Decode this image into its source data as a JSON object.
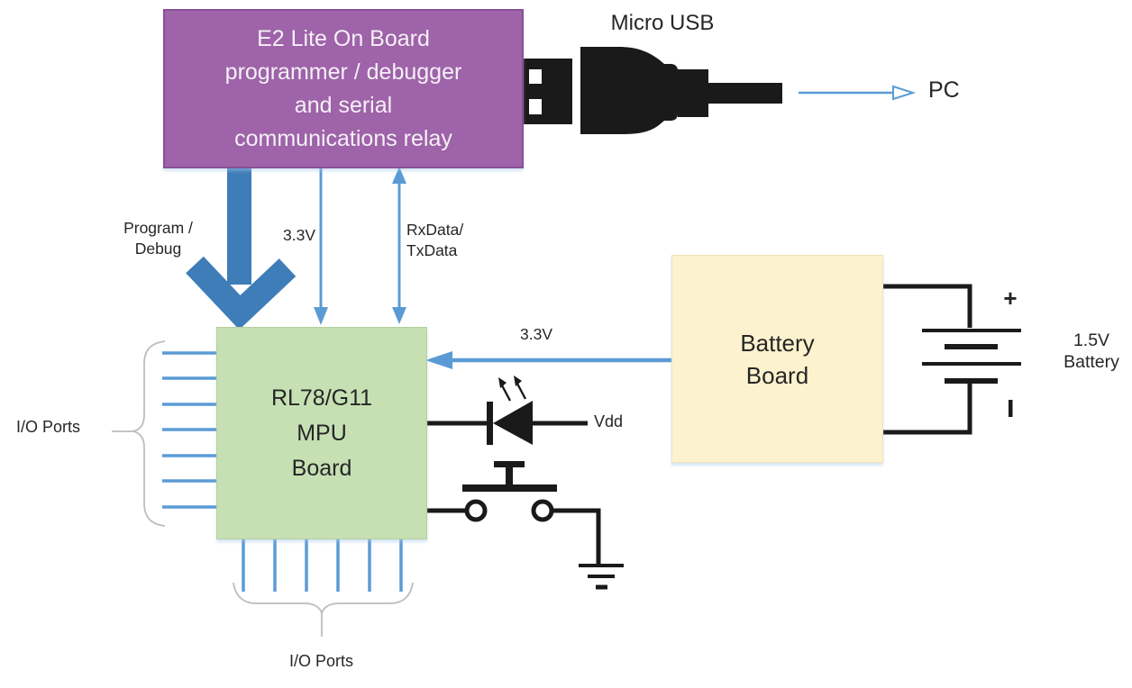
{
  "colors": {
    "purple": "#9E63A8",
    "purple_border": "#8A4F97",
    "green": "#C6E0B4",
    "yellow": "#FDF2CE",
    "yellow_border": "#EFE3B8",
    "blue": "#5B9BD5",
    "darkblue": "#3E7DB8",
    "black": "#1A1A1A",
    "gray": "#BDBDBD"
  },
  "boxes": {
    "e2_lite": {
      "lines": [
        "E2 Lite On Board",
        "programmer / debugger",
        "and serial",
        "communications relay"
      ]
    },
    "mpu": {
      "lines": [
        "RL78/G11",
        "MPU",
        "Board"
      ]
    },
    "battery_board": {
      "lines": [
        "Battery",
        "Board"
      ]
    }
  },
  "labels": {
    "micro_usb": "Micro USB",
    "pc": "PC",
    "program_debug": [
      "Program /",
      "Debug"
    ],
    "v33_usb": "3.3V",
    "rx_tx": [
      "RxData/",
      "TxData"
    ],
    "v33_battery": "3.3V",
    "vdd": "Vdd",
    "io_ports_left": "I/O Ports",
    "io_ports_bottom": "I/O Ports",
    "battery_plus": "+",
    "battery_minus": "-",
    "battery_rating": [
      "1.5V",
      "Battery"
    ]
  },
  "icons": {
    "usb_cable": "black usb-A plug with cable",
    "led": "led diode pointing left with light arrows",
    "push_button": "momentary push button with two contacts",
    "ground": "earth ground symbol",
    "battery": "two-cell battery plates",
    "braces": "gray grouping braces for I/O port pins"
  }
}
